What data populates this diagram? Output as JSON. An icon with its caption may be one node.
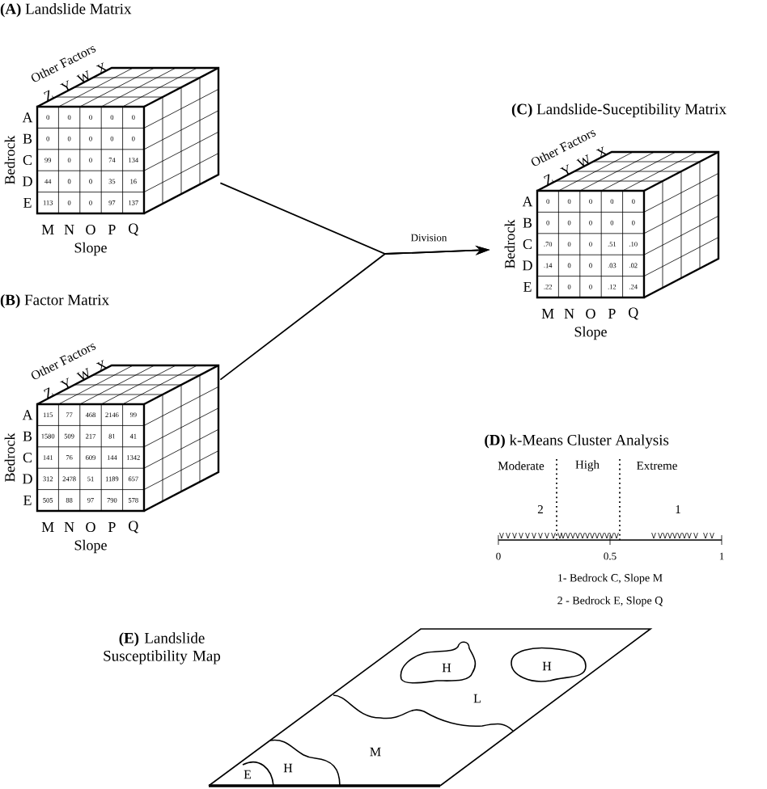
{
  "diagram": {
    "nodes": [
      {
        "text": [
          "**(A)** Landslide Matrix"
        ]
      },
      {
        "text": [
          "**(B)** Factor Matrix"
        ]
      },
      {
        "text": [
          "**(C)** Landslide-Suceptibility Matrix"
        ]
      }
    ],
    "edges": [
      {
        "from": 0,
        "to": 2,
        "arrow": "to",
        "label": "Division"
      },
      {
        "from": 1,
        "to": 2,
        "arrow": "to"
      }
    ],
    "labels": [
      "Other Factors",
      "Z",
      "Y",
      "W",
      "X",
      "Bedrock",
      "A",
      "0",
      "0",
      "0",
      "0",
      "0",
      "B",
      "0",
      "0",
      "0",
      "0",
      "0",
      "C",
      "99",
      "0",
      "0",
      "74",
      "134",
      "D",
      "44",
      "0",
      "0",
      "35",
      "16",
      "E",
      "113",
      "0",
      "0",
      "97",
      "137",
      "M",
      "N",
      "O",
      "P",
      "Q",
      "Slope",
      "Other Factors",
      "Z",
      "Y",
      "W",
      "X",
      "Bedrock",
      "A",
      "115",
      "77",
      "468",
      "2146",
      "99",
      "B",
      "1580",
      "509",
      "217",
      "81",
      "41",
      "C",
      "141",
      "76",
      "609",
      "144",
      "1342",
      "D",
      "312",
      "2478",
      "51",
      "1189",
      "657",
      "E",
      "505",
      "88",
      "97",
      "790",
      "578",
      "M",
      "N",
      "O",
      "P",
      "Q",
      "Slope",
      "Other Factors",
      "Z",
      "Y",
      "W",
      "X",
      "Bedrock",
      "A",
      "0",
      "0",
      "0",
      "0",
      "0",
      "B",
      "0",
      "0",
      "0",
      "0",
      "0",
      "C",
      ".70",
      "0",
      "0",
      ".51",
      ".10",
      "D",
      ".14",
      "0",
      "0",
      ".03",
      ".02",
      "E",
      ".22",
      "0",
      "0",
      ".12",
      ".24",
      "M",
      "N",
      "O",
      "P",
      "Q",
      "Slope",
      "**(D)** k-Means Cluster Analysis",
      "Moderate",
      "High",
      "Extreme",
      "2",
      "1",
      "0",
      "0.5",
      "1",
      "1- Bedrock C, Slope M",
      "2 - Bedrock E, Slope Q",
      "**(E)** Landslide Susceptibility Map",
      "H",
      "H",
      "L",
      "M",
      "E",
      "H"
    ]
  }
}
